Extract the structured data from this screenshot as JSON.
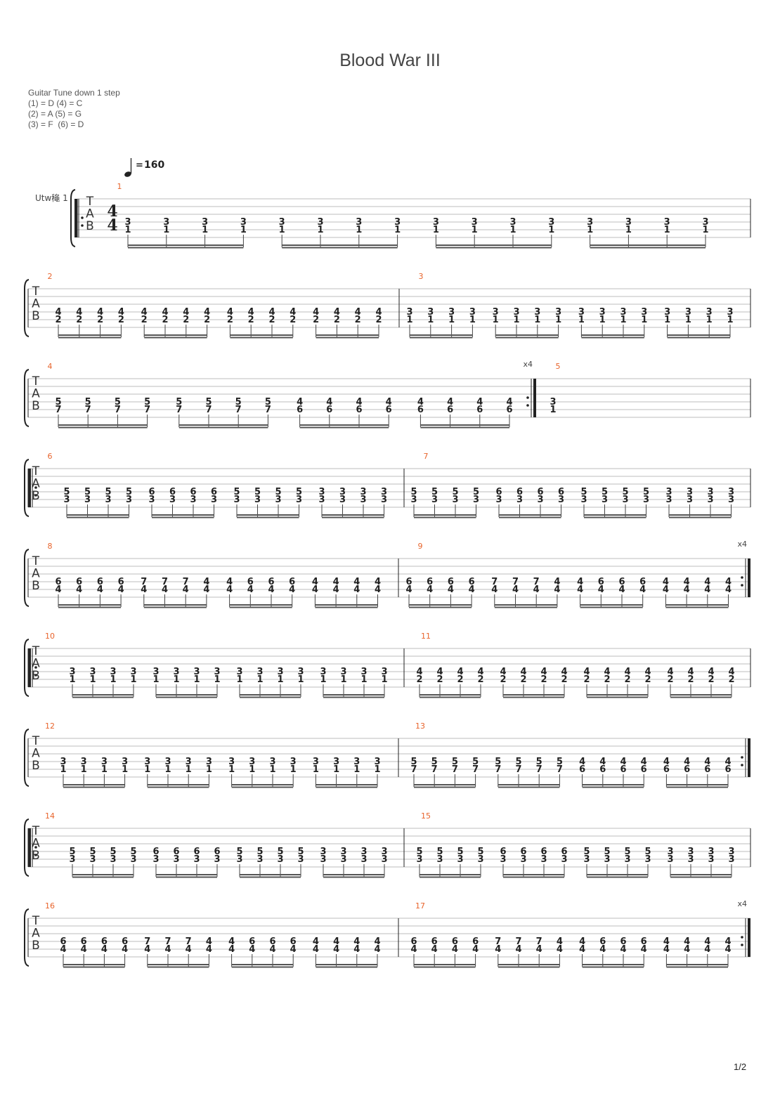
{
  "title": "Blood War III",
  "tuning": {
    "header": "Guitar Tune down 1 step",
    "lines": [
      "(1) = D (4) = C",
      "(2) = A (5) = G",
      "(3) = F  (6) = D"
    ]
  },
  "tempo": {
    "bpm": "160"
  },
  "track_label": "Utw龝 1",
  "time_signature": [
    "4",
    "4"
  ],
  "tab_letters": [
    "T",
    "A",
    "B"
  ],
  "repeat_markers": [
    "x4"
  ],
  "page_number": "1/2",
  "colors": {
    "measure_number": "#e8642c",
    "staff_line": "#bdbdbd",
    "text": "#222222"
  },
  "measures": [
    {
      "n": "1",
      "pairs": [
        [
          "3",
          "1"
        ]
      ]
    },
    {
      "n": "2",
      "pairs": [
        [
          "4",
          "2"
        ]
      ]
    },
    {
      "n": "3",
      "pairs": [
        [
          "3",
          "1"
        ]
      ]
    },
    {
      "n": "4",
      "pairs": [
        [
          "5",
          "7"
        ],
        [
          "4",
          "6"
        ]
      ]
    },
    {
      "n": "5",
      "pairs": [
        [
          "3",
          "1"
        ]
      ]
    },
    {
      "n": "6",
      "pairs": [
        [
          "5",
          "3"
        ],
        [
          "6",
          "3"
        ],
        [
          "5",
          "3"
        ],
        [
          "3",
          "3"
        ]
      ]
    },
    {
      "n": "7",
      "pairs": [
        [
          "5",
          "3"
        ],
        [
          "6",
          "3"
        ],
        [
          "5",
          "3"
        ],
        [
          "3",
          "3"
        ]
      ]
    },
    {
      "n": "8",
      "pairs": [
        [
          "6",
          "4"
        ],
        [
          "7",
          "4"
        ],
        [
          "4",
          "4"
        ],
        [
          "6",
          "4"
        ],
        [
          "4",
          "4"
        ]
      ]
    },
    {
      "n": "9",
      "pairs": [
        [
          "6",
          "4"
        ],
        [
          "7",
          "4"
        ],
        [
          "4",
          "4"
        ],
        [
          "6",
          "4"
        ],
        [
          "4",
          "4"
        ]
      ]
    },
    {
      "n": "10",
      "pairs": [
        [
          "3",
          "1"
        ]
      ]
    },
    {
      "n": "11",
      "pairs": [
        [
          "4",
          "2"
        ]
      ]
    },
    {
      "n": "12",
      "pairs": [
        [
          "3",
          "1"
        ]
      ]
    },
    {
      "n": "13",
      "pairs": [
        [
          "5",
          "7"
        ],
        [
          "4",
          "6"
        ]
      ]
    },
    {
      "n": "14",
      "pairs": [
        [
          "5",
          "3"
        ],
        [
          "6",
          "3"
        ],
        [
          "5",
          "3"
        ],
        [
          "3",
          "3"
        ]
      ]
    },
    {
      "n": "15",
      "pairs": [
        [
          "5",
          "3"
        ],
        [
          "6",
          "3"
        ],
        [
          "5",
          "3"
        ],
        [
          "3",
          "3"
        ]
      ]
    },
    {
      "n": "16",
      "pairs": [
        [
          "6",
          "4"
        ],
        [
          "7",
          "4"
        ],
        [
          "4",
          "4"
        ],
        [
          "6",
          "4"
        ],
        [
          "4",
          "4"
        ]
      ]
    },
    {
      "n": "17",
      "pairs": [
        [
          "6",
          "4"
        ],
        [
          "7",
          "4"
        ],
        [
          "4",
          "4"
        ],
        [
          "6",
          "4"
        ],
        [
          "4",
          "4"
        ]
      ]
    }
  ]
}
